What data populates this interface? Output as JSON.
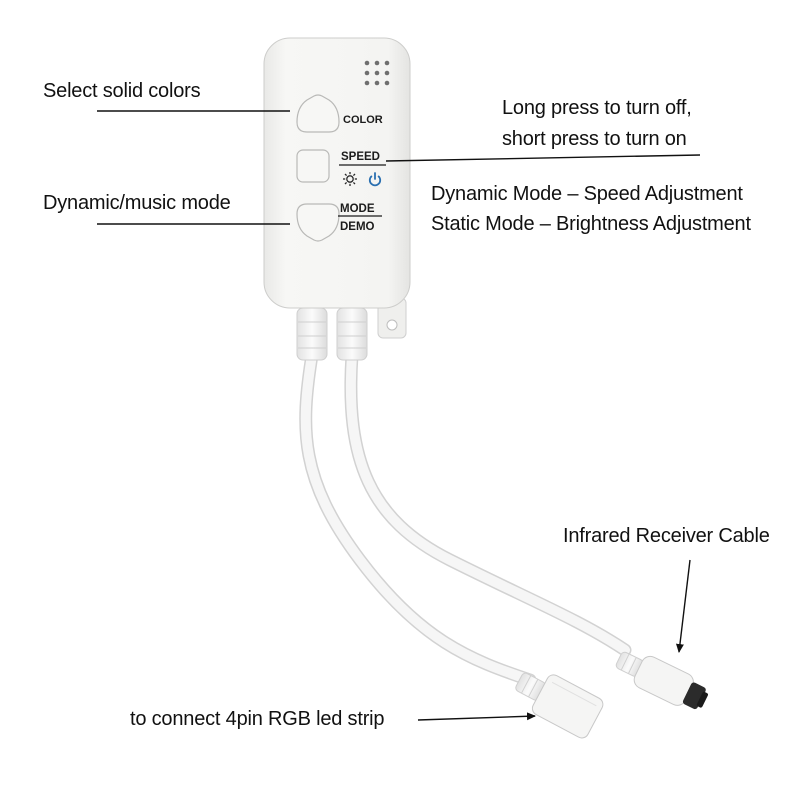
{
  "device": {
    "body_color": "#f3f3f1",
    "cable_color": "#f5f5f5",
    "outline_color": "#c9c9c9",
    "power_icon_color": "#2a6fb0",
    "buttons": {
      "color_label": "COLOR",
      "speed_label": "SPEED",
      "mode_label": "MODE",
      "demo_label": "DEMO",
      "brightness_icon": "sun-icon",
      "power_icon": "power-icon"
    }
  },
  "callouts": {
    "select_solid_colors": "Select solid colors",
    "dynamic_music_mode": "Dynamic/music mode",
    "long_press_line1": "Long press to turn off,",
    "long_press_line2": "short press to turn on",
    "dynamic_mode_speed": "Dynamic Mode – Speed Adjustment",
    "static_mode_brightness": "Static Mode – Brightness Adjustment",
    "infrared_receiver_cable": "Infrared Receiver Cable",
    "connect_led_strip": "to connect 4pin RGB led strip"
  }
}
